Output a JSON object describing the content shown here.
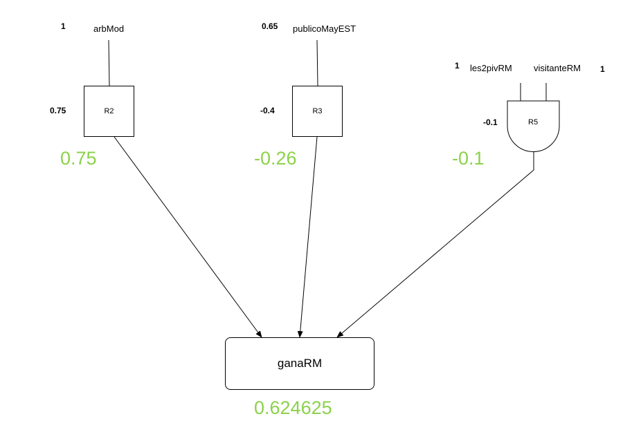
{
  "rules": [
    {
      "id": "R2",
      "inputs": [
        {
          "name": "arbMod",
          "weight": "1"
        }
      ],
      "rule_weight": "0.75",
      "result": "0.75"
    },
    {
      "id": "R3",
      "inputs": [
        {
          "name": "publicoMayEST",
          "weight": "0.65"
        }
      ],
      "rule_weight": "-0.4",
      "result": "-0.26"
    },
    {
      "id": "R5",
      "inputs": [
        {
          "name": "les2pivRM",
          "weight": "1"
        },
        {
          "name": "visitanteRM",
          "weight": "1"
        }
      ],
      "rule_weight": "-0.1",
      "result": "-0.1"
    }
  ],
  "target": {
    "name": "ganaRM",
    "result": "0.624625"
  },
  "colors": {
    "result": "#8bd24a",
    "stroke": "#000000"
  }
}
